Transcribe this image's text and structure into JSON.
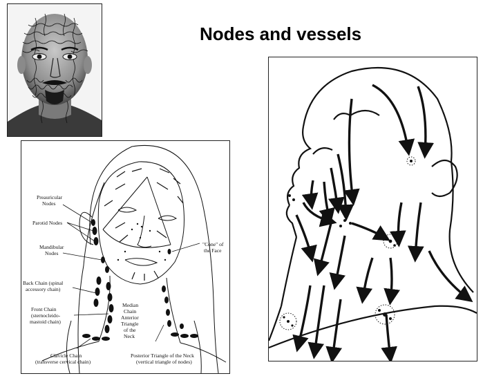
{
  "slide": {
    "title": "Nodes and vessels"
  },
  "diagram_labels": {
    "preauricular_1": "Preauricular",
    "preauricular_2": "Nodes",
    "parotid": "Parotid Nodes",
    "mandibular_1": "Mandibular",
    "mandibular_2": "Nodes",
    "back_chain_1": "Back Chain (spinal",
    "back_chain_2": "accessory chain)",
    "front_chain_1": "Front Chain",
    "front_chain_2": "(sternocleido-",
    "front_chain_3": "mastoid chain)",
    "clavicle_1": "Clavicle Chain",
    "clavicle_2": "(transverse cervical chain)",
    "median_1": "Median",
    "median_2": "Chain",
    "median_3": "Anterior",
    "median_4": "Triangle",
    "median_5": "of the",
    "median_6": "Neck",
    "cone_1": "\"Cone\" of",
    "cone_2": "the Face",
    "posterior_1": "Posterior Triangle of the Neck",
    "posterior_2": "(vertical triangle of nodes)"
  },
  "colors": {
    "ink": "#111111",
    "background": "#ffffff"
  }
}
